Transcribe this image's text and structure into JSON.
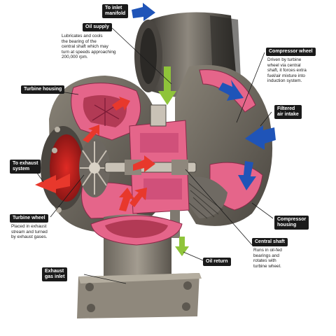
{
  "callouts": {
    "to_inlet_manifold": "To inlet\nmanifold",
    "oil_supply": {
      "title": "Oil supply",
      "text": "Lubricates and cools\nthe bearing of the\ncentral shaft which may\nturn at speeds approaching\n200,000 rpm."
    },
    "compressor_wheel": {
      "title": "Compressor wheel",
      "text": "Driven by turbine\nwheel via central\nshaft, it forces extra\nfuel/air mixture into\ninduction system."
    },
    "turbine_housing": "Turbine housing",
    "filtered_air_intake": "Filtered\nair intake",
    "to_exhaust_system": "To exhaust\nsystem",
    "turbine_wheel": {
      "title": "Turbine wheel",
      "text": "Placed in exhaust\nstream and turned\nby exhaust gases."
    },
    "compressor_housing": "Compressor\nhousing",
    "central_shaft": {
      "title": "Central shaft",
      "text": "Runs in oil-fed\nbearings and\nrotates with\nturbine wheel."
    },
    "oil_return": "Oil return",
    "exhaust_gas_inlet": "Exhaust\ngas inlet"
  },
  "colors": {
    "casing": "#5e5a54",
    "casing_light": "#9a948a",
    "cutaway": "#e5658a",
    "hot_flow": "#e8382c",
    "cold_flow": "#1f54b8",
    "oil_flow": "#8fc43a",
    "label_bg": "#1a1a1a"
  }
}
